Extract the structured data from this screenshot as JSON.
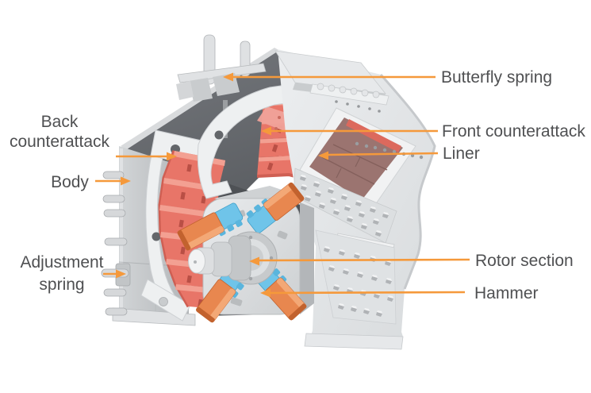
{
  "diagram": {
    "subject_labels": {
      "butterfly_spring": "Butterfly spring",
      "front_counterattack": "Front counterattack",
      "liner": "Liner",
      "rotor_section": "Rotor section",
      "hammer": "Hammer",
      "back_counterattack_line1": "Back",
      "back_counterattack_line2": "counterattack",
      "body": "Body",
      "adjustment_line1": "Adjustment",
      "adjustment_line2": "spring"
    },
    "colors": {
      "leader_orange": "#F5993B",
      "label_text": "#4F5052",
      "plate_orange": "#E87568",
      "plate_highlight": "#F3A092",
      "plate_notch": "#B94F45",
      "hammer_orange": "#E8874F",
      "clamp_blue": "#6FC4E9",
      "liner_mauve": "#9B7470",
      "housing_light": "#E4E6E8",
      "housing_dark": "#64676B",
      "background": "#FFFFFF"
    }
  }
}
